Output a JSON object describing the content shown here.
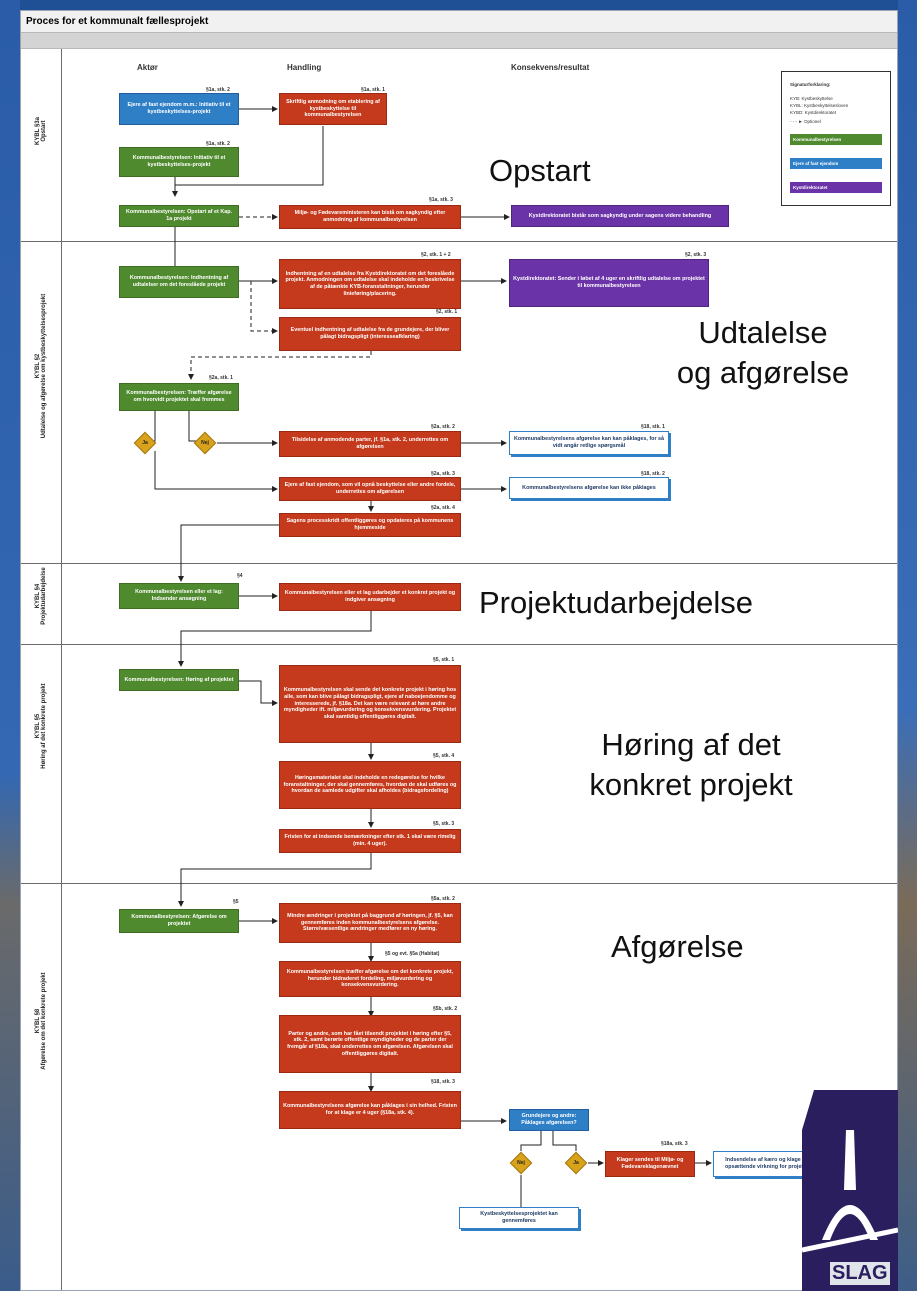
{
  "header": {
    "title": "Proces for et kommunalt fællesprojekt"
  },
  "columns": {
    "actor": "Aktør",
    "action": "Handling",
    "result": "Konsekvens/resultat"
  },
  "sections": [
    {
      "code": "KYBL §3a",
      "name": "Opstart"
    },
    {
      "code": "KYBL §2",
      "name": "Udtalelse og afgørelse om kystbeskyttelsesprojekt"
    },
    {
      "code": "KYBL §4",
      "name": "Projektudarbejdelse"
    },
    {
      "code": "KYBL §5",
      "name": "Høring af det konkrete projekt"
    },
    {
      "code": "KYBL §8",
      "name": "Afgørelse om det konkrete projekt"
    }
  ],
  "overlay_titles": {
    "opstart": "Opstart",
    "udtalelse_l1": "Udtalelse",
    "udtalelse_l2": "og afgørelse",
    "projekt": "Projektudarbejdelse",
    "horing_l1": "Høring af det",
    "horing_l2": "konkret projekt",
    "afgorelse": "Afgørelse"
  },
  "legend": {
    "title": "Signaturforklaring:",
    "abbr1": "KYB: Kystbeskyttelse",
    "abbr2": "KYBL: Kystbeskyttelsesloven",
    "abbr3": "KYBD: Kystdirektoratet",
    "optional": "Optionel",
    "item_green": "Kommunalbestyrelsen",
    "item_blue": "Ejere af fast ejendom",
    "item_purple": "Kystdirektoratet"
  },
  "refs": {
    "r1": "§1a, stk. 2",
    "r2": "§1a, stk. 1",
    "r3": "§1a, stk. 2",
    "r4": "§1a, stk. 3",
    "r5": "§2, stk. 1 + 2",
    "r6": "§2, stk. 3",
    "r7": "§2, stk. 1",
    "r8": "§2a, stk. 1",
    "r9": "§2a, stk. 2",
    "r10": "§18, stk. 1",
    "r11": "§2a, stk. 3",
    "r12": "§18, stk. 2",
    "r13": "§2a, stk. 4",
    "r14": "§4",
    "r15": "§5, stk. 1",
    "r16": "§5, stk. 4",
    "r17": "§5, stk. 3",
    "r18": "§5",
    "r19": "§5a, stk. 2",
    "r20": "§5 og evt. §5a (Habitat)",
    "r21": "§5b, stk. 2",
    "r22": "§18, stk. 3",
    "r23": "§18a, stk. 3"
  },
  "boxes": {
    "b1": "Ejere af fast ejendom m.m.: Initiativ til et kystbeskyttelses-projekt",
    "b2": "Skriftlig anmodning om etablering af kystbeskyttelse til kommunalbestyrelsen",
    "b3": "Kommunalbestyrelsen: Initiativ til et kystbeskyttelses-projekt",
    "b4": "Kommunalbestyrelsen: Opstart af et Kap. 1a projekt",
    "b5": "Miljø- og Fødevareministeren kan bistå om sagkyndig efter anmodning af kommunalbestyrelsen",
    "b6": "Kystdirektoratet bistår som sagkyndig under sagens videre behandling",
    "b7": "Kommunalbestyrelsen: Indhentning af udtalelser om det foreslåede projekt",
    "b8": "Indhentning af en udtalelse fra Kystdirektoratet om det foreslåede projekt. Anmodningen om udtalelse skal indeholde en beskrivelse af de påtænkte KYB-foranstaltninger, herunder linieføring/placering.",
    "b9": "Kystdirektoratet: Sender i løbet af 4 uger en skriftlig udtalelse om projektet til kommunalbestyrelsen",
    "b10": "Eventuel indhentning af udtalelse fra de grundejere, der bliver pålagt bidragspligt (interesseafklaring)",
    "b11": "Kommunalbestyrelsen: Træffer afgørelse om hvorvidt projektet skal fremmes",
    "b12": "Tilsidelse af anmodende parter, jf. §1a, stk. 2, underrettes om afgørelsen",
    "b13": "Kommunalbestyrelsens afgørelse kan kan påklages, for så vidt angår retlige spørgsmål",
    "b14": "Ejere af fast ejendom, som vil opnå beskyttelse eller andre fordele, underrettes om afgørelsen",
    "b15": "Kommunalbestyrelsens afgørelse kan ikke påklages",
    "b16": "Sagens processkridt offentliggøres og opdateres på kommunens hjemmeside",
    "b17": "Kommunalbestyrelsen eller et lag: Indsender ansøgning",
    "b18": "Kommunalbestyrelsen eller et lag udarbejder et konkret projekt og indgiver ansøgning",
    "b19": "Kommunalbestyrelsen: Høring af projektet",
    "b20": "Kommunalbestyrelsen skal sende det konkrete projekt i høring hos alle, som kan blive pålagt bidragspligt, ejere af naboejendomme og interesserede, jf. §18a. Det kan være relevant at høre andre myndigheder ift. miljøvurdering og konsekvensvurdering. Projektet skal samtidig offentliggøres digitalt.",
    "b21": "Høringsmaterialet skal indeholde en redegørelse for hvilke foranstaltninger, der skal gennemføres, hvordan de skal udføres og hvordan de samlede udgifter skal afholdes (bidragsfordeling)",
    "b22": "Fristen for at indsende bemærkninger efter stk. 1 skal være rimelig (min. 4 uger).",
    "b23": "Kommunalbestyrelsen: Afgørelse om projektet",
    "b24": "Mindre ændringer i projektet på baggrund af høringen, jf. §5, kan gennemføres inden kommunalbestyrelsens afgørelse. Større/væsentlige ændringer medfører en ny høring.",
    "b25": "Kommunalbestyrelsen træffer afgørelse om det konkrete projekt, herunder bidraderet fordeling, miljøvurdering og konsekvensvurdering.",
    "b26": "Parter og andre, som har fået tilsendt projektet i høring efter §5, stk. 2, samt berørte offentlige myndigheder og de parter der fremgår af §18a, skal underrettes om afgørelsen. Afgørelsen skal offentliggøres digitalt.",
    "b27": "Kommunalbestyrelsens afgørelse kan påklages i sin helhed. Fristen for at klage er 4 uger (§18a, stk. 4).",
    "b28": "Grundejere og andre: Påklages afgørelsen?",
    "b29": "Klager sendes til Miljø- og Fødevareklagenævnet",
    "b30": "Indsendelse af kæro og klage har opsættende virkning for projektet",
    "b31": "Kystbeskyttelsesprojektet kan gennemføres"
  },
  "diamonds": {
    "d1": "Ja",
    "d2": "Nej",
    "d3": "Nej",
    "d4": "Ja"
  },
  "logo": {
    "text": "SLAG"
  },
  "colors": {
    "green": "#4f8a2f",
    "blue": "#2f7fc7",
    "red": "#c53a1d",
    "purple": "#6b33a8",
    "decision": "#d9a21b"
  }
}
